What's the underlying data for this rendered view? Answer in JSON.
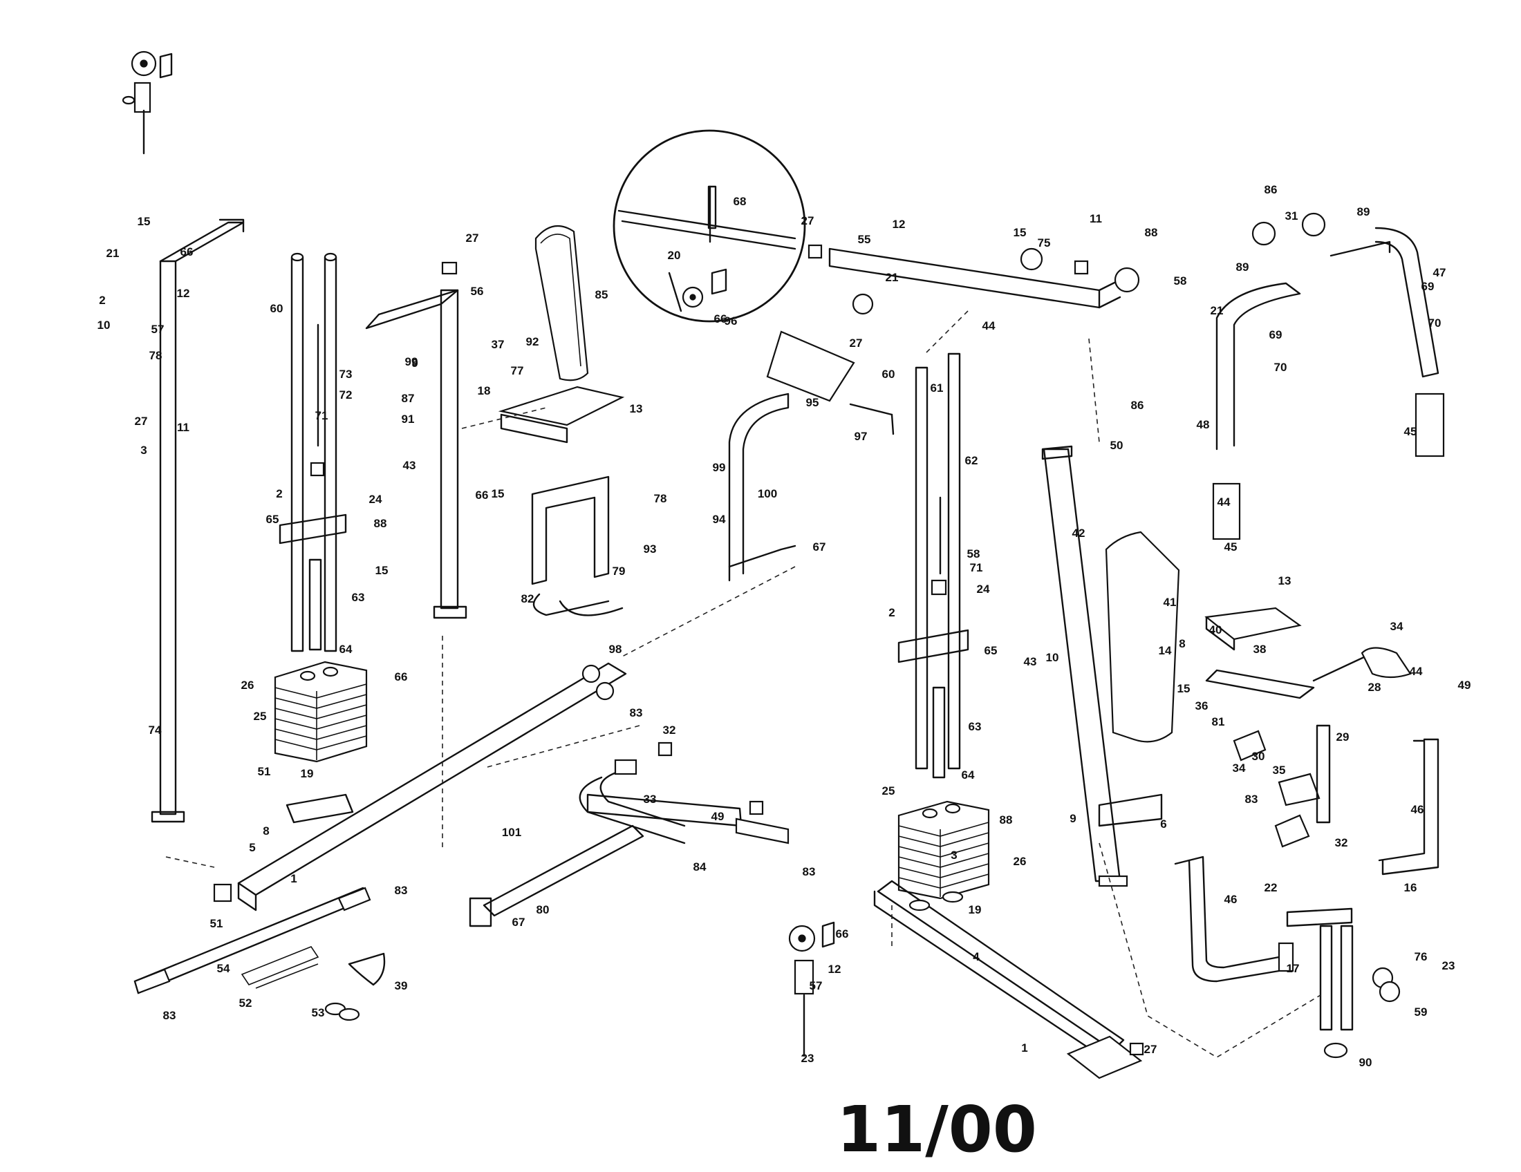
{
  "diagram": {
    "footer_date": "11/00",
    "part_labels": [
      "1",
      "2",
      "3",
      "4",
      "5",
      "6",
      "8",
      "9",
      "10",
      "11",
      "12",
      "13",
      "14",
      "15",
      "16",
      "17",
      "18",
      "19",
      "20",
      "21",
      "22",
      "23",
      "24",
      "25",
      "26",
      "27",
      "28",
      "29",
      "30",
      "31",
      "32",
      "33",
      "34",
      "35",
      "36",
      "37",
      "38",
      "39",
      "40",
      "41",
      "42",
      "43",
      "44",
      "45",
      "46",
      "47",
      "48",
      "49",
      "50",
      "51",
      "52",
      "53",
      "54",
      "55",
      "56",
      "57",
      "58",
      "59",
      "60",
      "61",
      "62",
      "63",
      "64",
      "65",
      "66",
      "67",
      "68",
      "69",
      "70",
      "71",
      "72",
      "73",
      "74",
      "75",
      "76",
      "77",
      "78",
      "79",
      "80",
      "81",
      "82",
      "83",
      "84",
      "85",
      "86",
      "87",
      "88",
      "89",
      "90",
      "91",
      "92",
      "93",
      "94",
      "95",
      "96",
      "97",
      "98",
      "99",
      "100",
      "101"
    ]
  }
}
